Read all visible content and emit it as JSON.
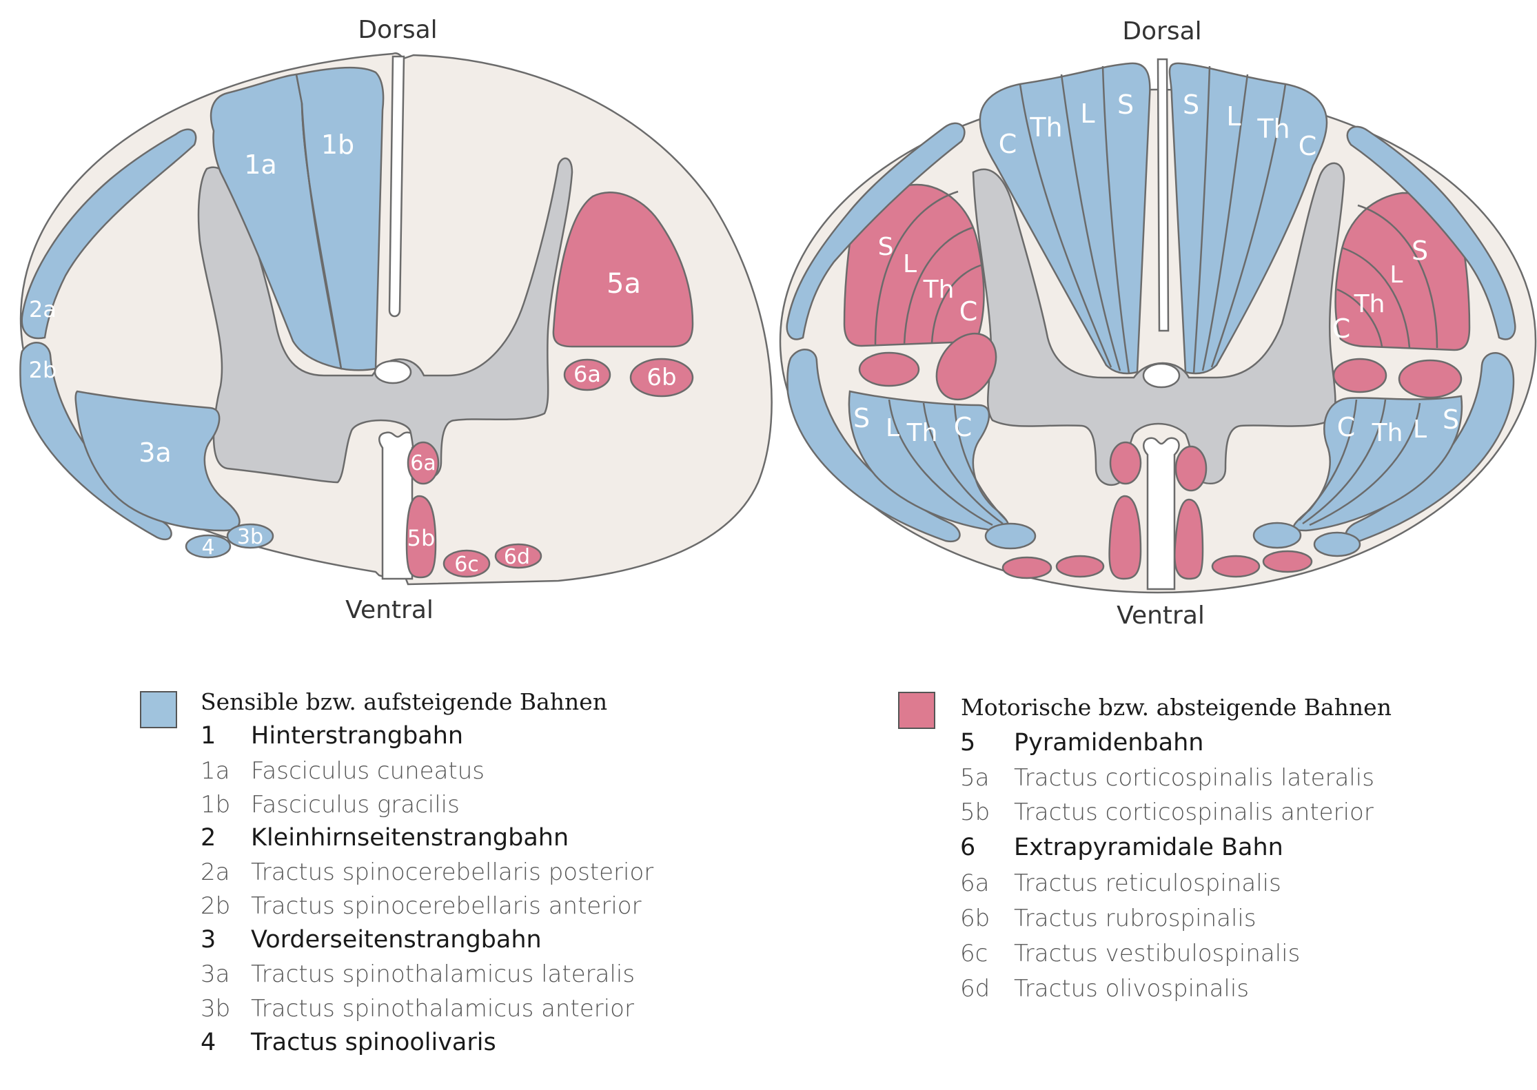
{
  "diagram": {
    "left": {
      "dorsal_label": "Dorsal",
      "ventral_label": "Ventral",
      "tracts": [
        {
          "id": "1a",
          "label": "1a"
        },
        {
          "id": "1b",
          "label": "1b"
        },
        {
          "id": "2a",
          "label": "2a"
        },
        {
          "id": "2b",
          "label": "2b"
        },
        {
          "id": "3a",
          "label": "3a"
        },
        {
          "id": "3b",
          "label": "3b"
        },
        {
          "id": "4",
          "label": "4"
        },
        {
          "id": "5a",
          "label": "5a"
        },
        {
          "id": "5b",
          "label": "5b"
        },
        {
          "id": "6a_lateral",
          "label": "6a"
        },
        {
          "id": "6b",
          "label": "6b"
        },
        {
          "id": "6a_ventral",
          "label": "6a"
        },
        {
          "id": "6c",
          "label": "6c"
        },
        {
          "id": "6d",
          "label": "6d"
        }
      ]
    },
    "right": {
      "dorsal_label": "Dorsal",
      "ventral_label": "Ventral",
      "somatotopy": {
        "dorsal_left": [
          "C",
          "Th",
          "L",
          "S"
        ],
        "dorsal_right": [
          "S",
          "L",
          "Th",
          "C"
        ],
        "lateral_left": [
          "S",
          "L",
          "Th",
          "C"
        ],
        "lateral_right": [
          "S",
          "L",
          "Th",
          "C"
        ],
        "ventrolateral_left": [
          "S",
          "L",
          "Th",
          "C"
        ],
        "ventrolateral_right": [
          "C",
          "Th",
          "L",
          "S"
        ]
      }
    },
    "colors": {
      "sensory": "#9dc0dc",
      "motor": "#dc7b92",
      "white_matter": "#f2ede8",
      "grey_matter": "#c9cacd",
      "outline": "#6b6b6b",
      "legend_sensory_swatch": "#a0c3dd",
      "legend_motor_swatch": "#dd7b90"
    }
  },
  "legend": {
    "sensory": {
      "title": "Sensible bzw. aufsteigende Bahnen",
      "entries": [
        {
          "code": "1",
          "name": "Hinterstrangbahn",
          "level": "main"
        },
        {
          "code": "1a",
          "name": "Fasciculus cuneatus",
          "level": "sub"
        },
        {
          "code": "1b",
          "name": "Fasciculus gracilis",
          "level": "sub"
        },
        {
          "code": "2",
          "name": "Kleinhirnseitenstrangbahn",
          "level": "main"
        },
        {
          "code": "2a",
          "name": "Tractus spinocerebellaris posterior",
          "level": "sub"
        },
        {
          "code": "2b",
          "name": "Tractus spinocerebellaris anterior",
          "level": "sub"
        },
        {
          "code": "3",
          "name": "Vorderseitenstrangbahn",
          "level": "main"
        },
        {
          "code": "3a",
          "name": "Tractus spinothalamicus lateralis",
          "level": "sub"
        },
        {
          "code": "3b",
          "name": "Tractus spinothalamicus anterior",
          "level": "sub"
        },
        {
          "code": "4",
          "name": "Tractus spinoolivaris",
          "level": "main"
        }
      ]
    },
    "motor": {
      "title": "Motorische bzw. absteigende Bahnen",
      "entries": [
        {
          "code": "5",
          "name": "Pyramidenbahn",
          "level": "main"
        },
        {
          "code": "5a",
          "name": "Tractus corticospinalis lateralis",
          "level": "sub"
        },
        {
          "code": "5b",
          "name": "Tractus corticospinalis anterior",
          "level": "sub"
        },
        {
          "code": "6",
          "name": "Extrapyramidale Bahn",
          "level": "main"
        },
        {
          "code": "6a",
          "name": "Tractus reticulospinalis",
          "level": "sub"
        },
        {
          "code": "6b",
          "name": "Tractus rubrospinalis",
          "level": "sub"
        },
        {
          "code": "6c",
          "name": "Tractus vestibulospinalis",
          "level": "sub"
        },
        {
          "code": "6d",
          "name": "Tractus olivospinalis",
          "level": "sub"
        }
      ]
    }
  }
}
